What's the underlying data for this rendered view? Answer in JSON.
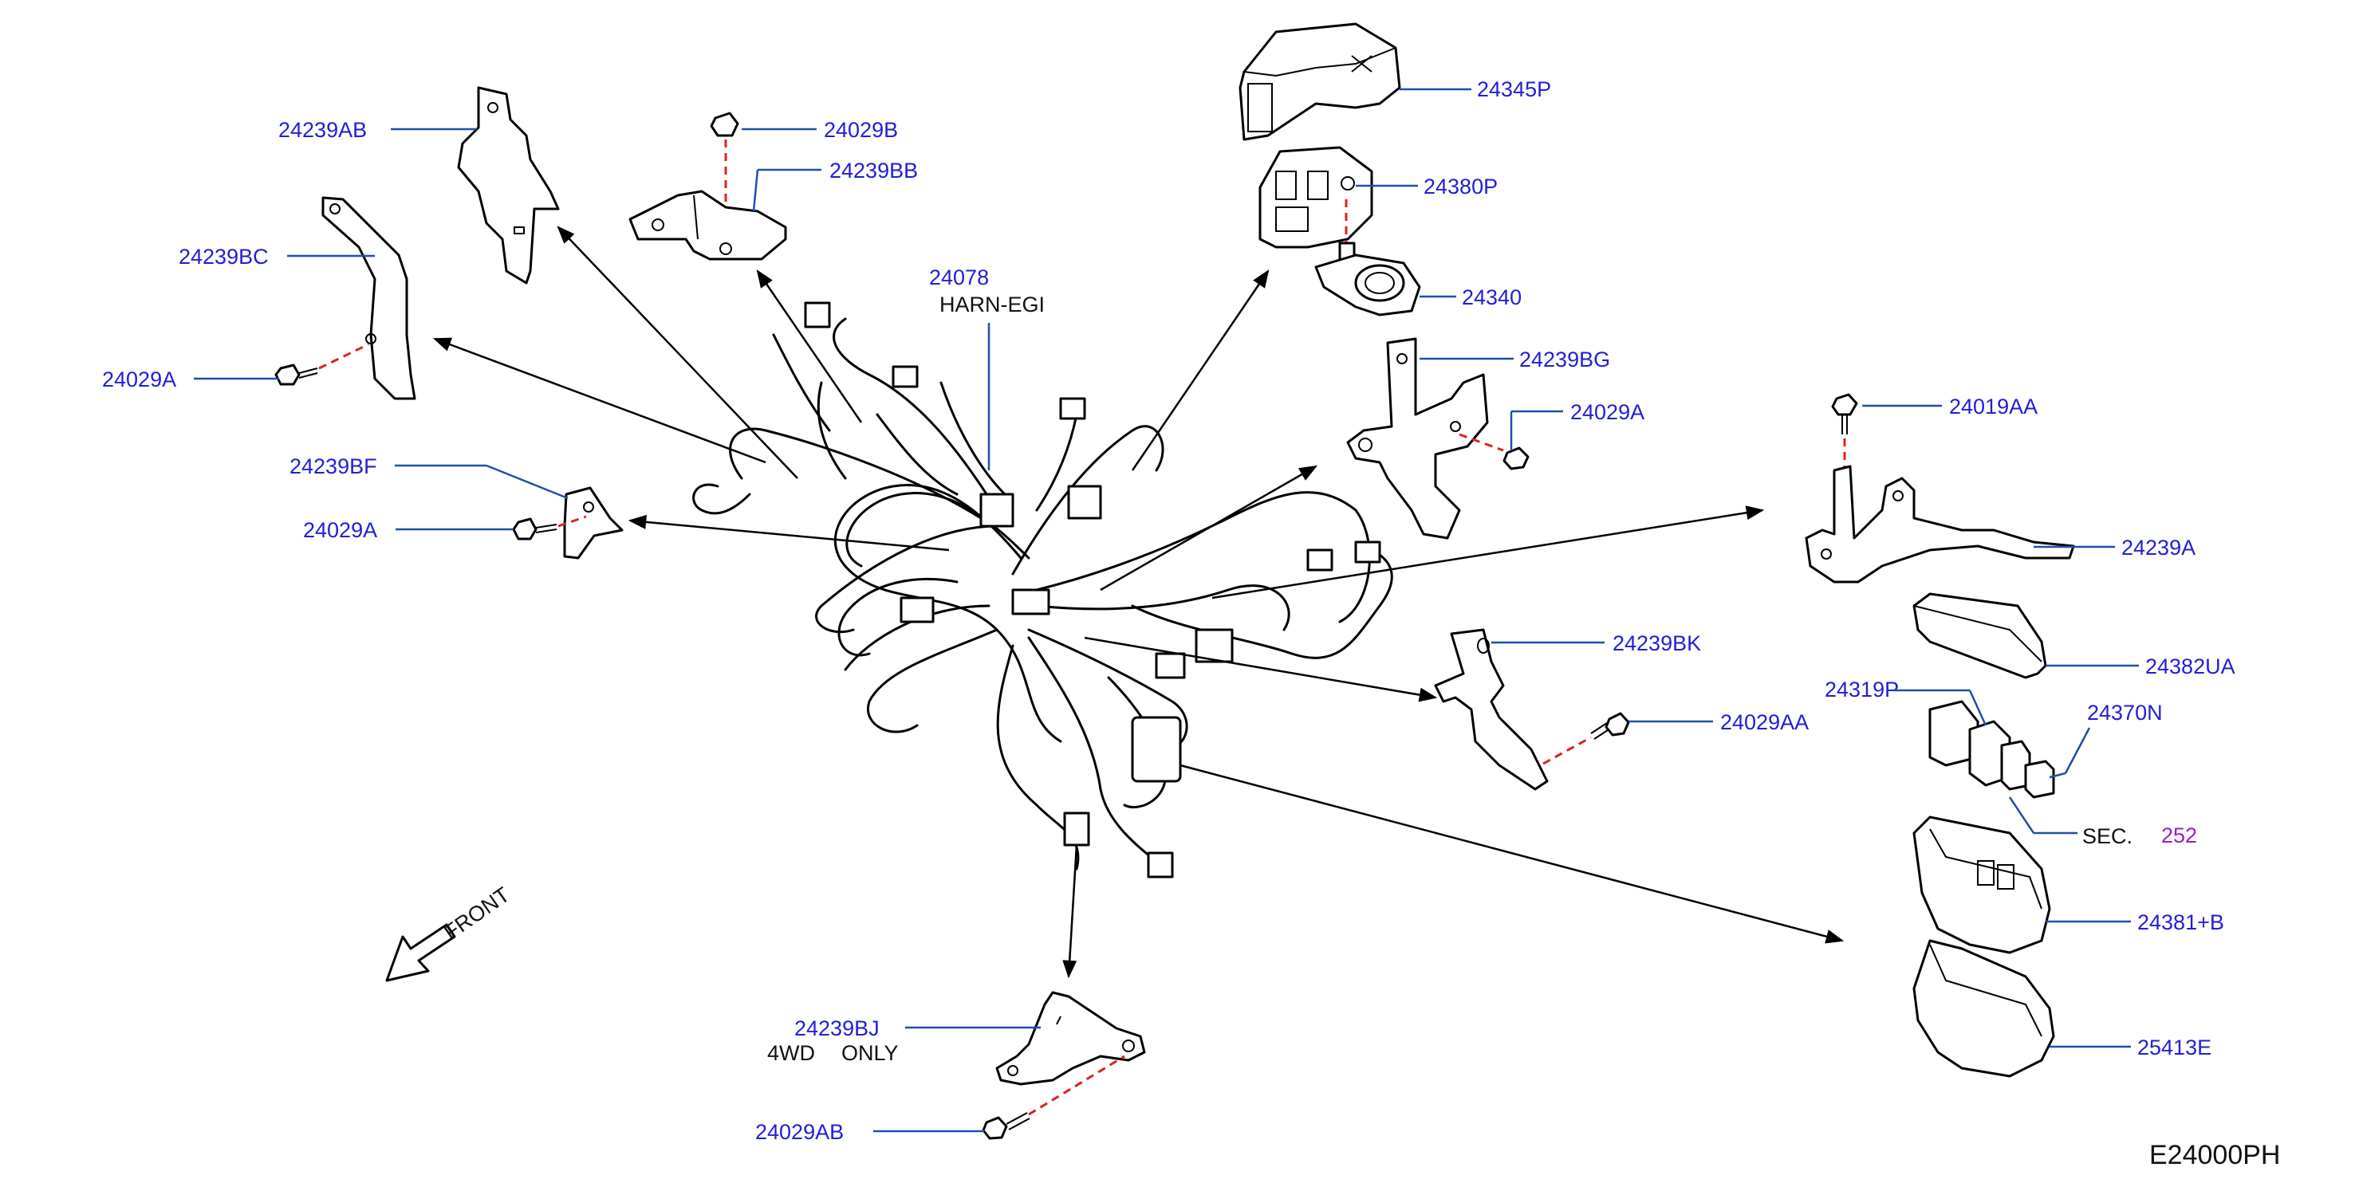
{
  "diagram_code": "E24000PH",
  "front_label": "FRONT",
  "harness": {
    "part": "24078",
    "name": "HARN-EGI"
  },
  "parts": {
    "p24239AB": "24239AB",
    "p24029B": "24029B",
    "p24239BB": "24239BB",
    "p24239BC": "24239BC",
    "p24029A_1": "24029A",
    "p24239BF": "24239BF",
    "p24029A_2": "24029A",
    "p24345P": "24345P",
    "p24380P": "24380P",
    "p24340": "24340",
    "p24239BG": "24239BG",
    "p24029A_3": "24029A",
    "p24019AA": "24019AA",
    "p24239A": "24239A",
    "p24382UA": "24382UA",
    "p24319P": "24319P",
    "p24370N": "24370N",
    "p24239BK": "24239BK",
    "p24029AA": "24029AA",
    "p24381B": "24381+B",
    "p25413E": "25413E",
    "p24239BJ": "24239BJ",
    "p24029AB": "24029AB"
  },
  "notes": {
    "wd4": "4WD",
    "only": "ONLY"
  },
  "section": {
    "label": "SEC.",
    "number": "252"
  },
  "colors": {
    "label_blue": "#1f1fd6",
    "leader_blue": "#1f4fa8",
    "dashed_red": "#e02020",
    "section_purple": "#9a1fc4"
  }
}
